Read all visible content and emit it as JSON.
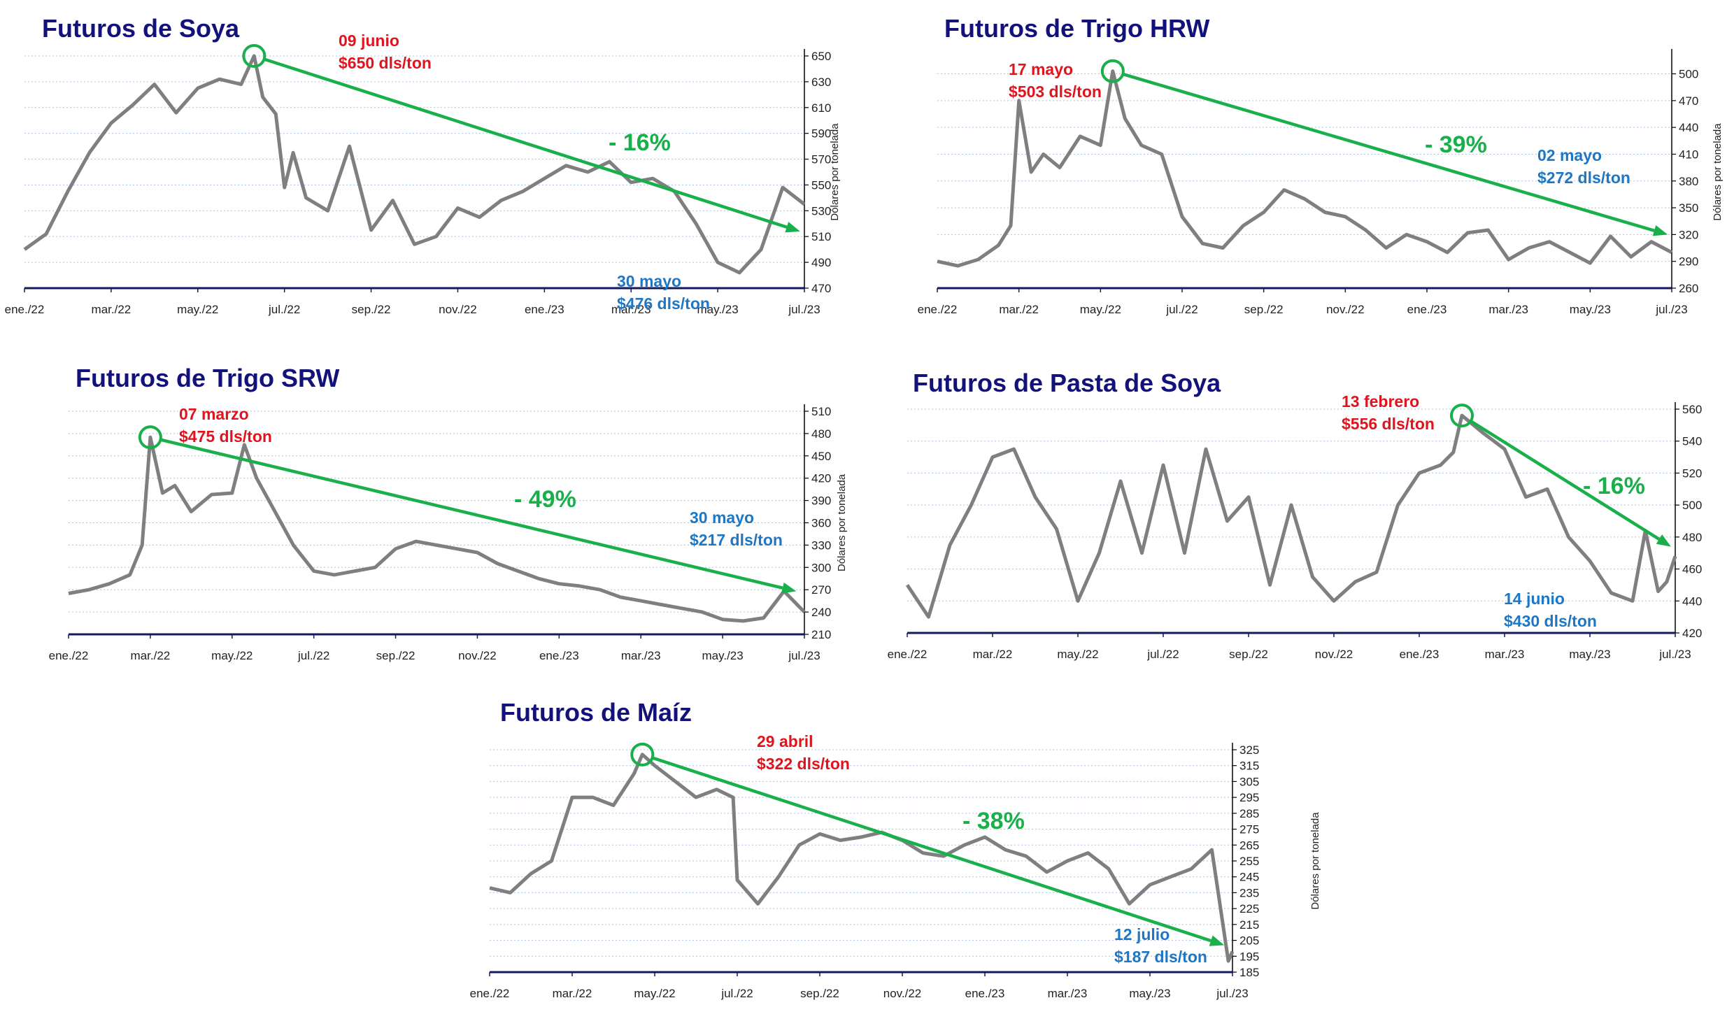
{
  "chart_data": [
    {
      "id": "soya",
      "type": "line",
      "title": "Futuros de Soya",
      "ylabel": "Dólares por tonelada",
      "ylim": [
        470,
        650
      ],
      "yticks": [
        470,
        490,
        510,
        530,
        550,
        570,
        590,
        610,
        630,
        650
      ],
      "xticks": [
        "ene./22",
        "mar./22",
        "may./22",
        "jul./22",
        "sep./22",
        "nov./22",
        "ene./23",
        "mar./23",
        "may./23",
        "jul./23"
      ],
      "grid": true,
      "series": [
        {
          "x": [
            0,
            0.5,
            1,
            1.5,
            2,
            2.5,
            3,
            3.5,
            4,
            4.5,
            5,
            5.3,
            5.5,
            5.8,
            6,
            6.2,
            6.5,
            7,
            7.5,
            8,
            8.5,
            9,
            9.5,
            10,
            10.5,
            11,
            11.5,
            12,
            12.5,
            13,
            13.5,
            14,
            14.5,
            15,
            15.5,
            16,
            16.5,
            17,
            17.5,
            18
          ],
          "values": [
            500,
            512,
            545,
            575,
            598,
            612,
            628,
            606,
            625,
            632,
            628,
            650,
            618,
            605,
            548,
            575,
            540,
            530,
            580,
            515,
            538,
            504,
            510,
            532,
            525,
            538,
            545,
            555,
            565,
            560,
            568,
            552,
            555,
            545,
            520,
            490,
            482,
            500,
            548,
            535
          ]
        }
      ],
      "peak": {
        "x": 5.3,
        "y": 650,
        "date": "09 junio",
        "value": "$650 dls/ton"
      },
      "arrow_end": {
        "x": 17.9,
        "y": 514
      },
      "low": {
        "date": "30 mayo",
        "value": "$476 dls/ton"
      },
      "change": "- 16%"
    },
    {
      "id": "hrw",
      "type": "line",
      "title": "Futuros de Trigo HRW",
      "ylabel": "Dólares por tonelada",
      "ylim": [
        260,
        520
      ],
      "yticks": [
        260,
        290,
        320,
        350,
        380,
        410,
        440,
        470,
        500
      ],
      "xticks": [
        "ene./22",
        "mar./22",
        "may./22",
        "jul./22",
        "sep./22",
        "nov./22",
        "ene./23",
        "mar./23",
        "may./23",
        "jul./23"
      ],
      "grid": true,
      "series": [
        {
          "x": [
            0,
            0.5,
            1,
            1.5,
            1.8,
            2,
            2.3,
            2.6,
            3,
            3.5,
            4,
            4.3,
            4.6,
            5,
            5.5,
            6,
            6.5,
            7,
            7.5,
            8,
            8.5,
            9,
            9.5,
            10,
            10.5,
            11,
            11.5,
            12,
            12.5,
            13,
            13.5,
            14,
            14.5,
            15,
            15.5,
            16,
            16.5,
            17,
            17.5,
            18
          ],
          "values": [
            290,
            285,
            292,
            308,
            330,
            470,
            390,
            410,
            395,
            430,
            420,
            503,
            450,
            420,
            410,
            340,
            310,
            305,
            330,
            345,
            370,
            360,
            345,
            340,
            325,
            305,
            320,
            312,
            300,
            322,
            325,
            292,
            305,
            312,
            300,
            288,
            318,
            295,
            312,
            300
          ]
        }
      ],
      "peak": {
        "x": 4.3,
        "y": 503,
        "date": "17 mayo",
        "value": "$503 dls/ton"
      },
      "arrow_end": {
        "x": 17.9,
        "y": 320
      },
      "low": {
        "date": "02 mayo",
        "value": "$272 dls/ton"
      },
      "change": "- 39%"
    },
    {
      "id": "srw",
      "type": "line",
      "title": "Futuros de Trigo SRW",
      "ylabel": "Dólares por tonelada",
      "ylim": [
        210,
        510
      ],
      "yticks": [
        210,
        240,
        270,
        300,
        330,
        360,
        390,
        420,
        450,
        480,
        510
      ],
      "xticks": [
        "ene./22",
        "mar./22",
        "may./22",
        "jul./22",
        "sep./22",
        "nov./22",
        "ene./23",
        "mar./23",
        "may./23",
        "jul./23"
      ],
      "grid": true,
      "series": [
        {
          "x": [
            0,
            0.5,
            1,
            1.5,
            1.8,
            2,
            2.3,
            2.6,
            3,
            3.5,
            4,
            4.3,
            4.6,
            5,
            5.5,
            6,
            6.5,
            7,
            7.5,
            8,
            8.5,
            9,
            9.5,
            10,
            10.5,
            11,
            11.5,
            12,
            12.5,
            13,
            13.5,
            14,
            14.5,
            15,
            15.5,
            16,
            16.5,
            17,
            17.5,
            18
          ],
          "values": [
            265,
            270,
            278,
            290,
            330,
            475,
            400,
            410,
            375,
            398,
            400,
            465,
            420,
            380,
            330,
            295,
            290,
            295,
            300,
            325,
            335,
            330,
            325,
            320,
            305,
            295,
            285,
            278,
            275,
            270,
            260,
            255,
            250,
            245,
            240,
            230,
            228,
            232,
            268,
            240
          ]
        }
      ],
      "peak": {
        "x": 2,
        "y": 475,
        "date": "07 marzo",
        "value": "$475 dls/ton"
      },
      "arrow_end": {
        "x": 17.8,
        "y": 268
      },
      "low": {
        "date": "30 mayo",
        "value": "$217 dls/ton"
      },
      "change": "- 49%"
    },
    {
      "id": "pasta",
      "type": "line",
      "title": "Futuros de Pasta de Soya",
      "ylabel": "",
      "ylim": [
        420,
        560
      ],
      "yticks": [
        420,
        440,
        460,
        480,
        500,
        520,
        540,
        560
      ],
      "xticks": [
        "ene./22",
        "mar./22",
        "may./22",
        "jul./22",
        "sep./22",
        "nov./22",
        "ene./23",
        "mar./23",
        "may./23",
        "jul./23"
      ],
      "grid": true,
      "series": [
        {
          "x": [
            0,
            0.5,
            1,
            1.5,
            2,
            2.5,
            3,
            3.5,
            4,
            4.5,
            5,
            5.5,
            6,
            6.5,
            7,
            7.5,
            8,
            8.5,
            9,
            9.5,
            10,
            10.5,
            11,
            11.5,
            12,
            12.5,
            12.8,
            13,
            13.5,
            14,
            14.5,
            15,
            15.5,
            16,
            16.5,
            17,
            17.3,
            17.6,
            17.8,
            18
          ],
          "values": [
            450,
            430,
            475,
            500,
            530,
            535,
            505,
            485,
            440,
            470,
            515,
            470,
            525,
            470,
            535,
            490,
            505,
            450,
            500,
            455,
            440,
            452,
            458,
            500,
            520,
            525,
            533,
            556,
            545,
            535,
            505,
            510,
            480,
            465,
            445,
            440,
            484,
            446,
            452,
            468
          ]
        }
      ],
      "peak": {
        "x": 13,
        "y": 556,
        "date": "13 febrero",
        "value": "$556 dls/ton"
      },
      "arrow_end": {
        "x": 17.9,
        "y": 474
      },
      "low": {
        "date": "14 junio",
        "value": "$430 dls/ton"
      },
      "change": "- 16%"
    },
    {
      "id": "maiz",
      "type": "line",
      "title": "Futuros de Maíz",
      "ylabel": "Dólares por tonelada",
      "ylim": [
        185,
        325
      ],
      "yticks": [
        185,
        195,
        205,
        215,
        225,
        235,
        245,
        255,
        265,
        275,
        285,
        295,
        305,
        315,
        325
      ],
      "xticks": [
        "ene./22",
        "mar./22",
        "may./22",
        "jul./22",
        "sep./22",
        "nov./22",
        "ene./23",
        "mar./23",
        "may./23",
        "jul./23"
      ],
      "grid": true,
      "series": [
        {
          "x": [
            0,
            0.5,
            1,
            1.5,
            2,
            2.5,
            3,
            3.5,
            3.7,
            4,
            4.5,
            5,
            5.5,
            5.9,
            6,
            6.5,
            7,
            7.5,
            8,
            8.5,
            9,
            9.5,
            10,
            10.5,
            11,
            11.5,
            12,
            12.5,
            13,
            13.5,
            14,
            14.5,
            15,
            15.5,
            16,
            16.5,
            17,
            17.5,
            17.9,
            18
          ],
          "values": [
            238,
            235,
            247,
            255,
            295,
            295,
            290,
            310,
            322,
            315,
            305,
            295,
            300,
            295,
            243,
            228,
            245,
            265,
            272,
            268,
            270,
            273,
            268,
            260,
            258,
            265,
            270,
            262,
            258,
            248,
            255,
            260,
            250,
            228,
            240,
            245,
            250,
            262,
            192,
            198
          ]
        }
      ],
      "peak": {
        "x": 3.7,
        "y": 322,
        "date": "29 abril",
        "value": "$322 dls/ton"
      },
      "arrow_end": {
        "x": 17.8,
        "y": 202
      },
      "low": {
        "date": "12 julio",
        "value": "$187 dls/ton"
      },
      "change": "- 38%"
    }
  ]
}
